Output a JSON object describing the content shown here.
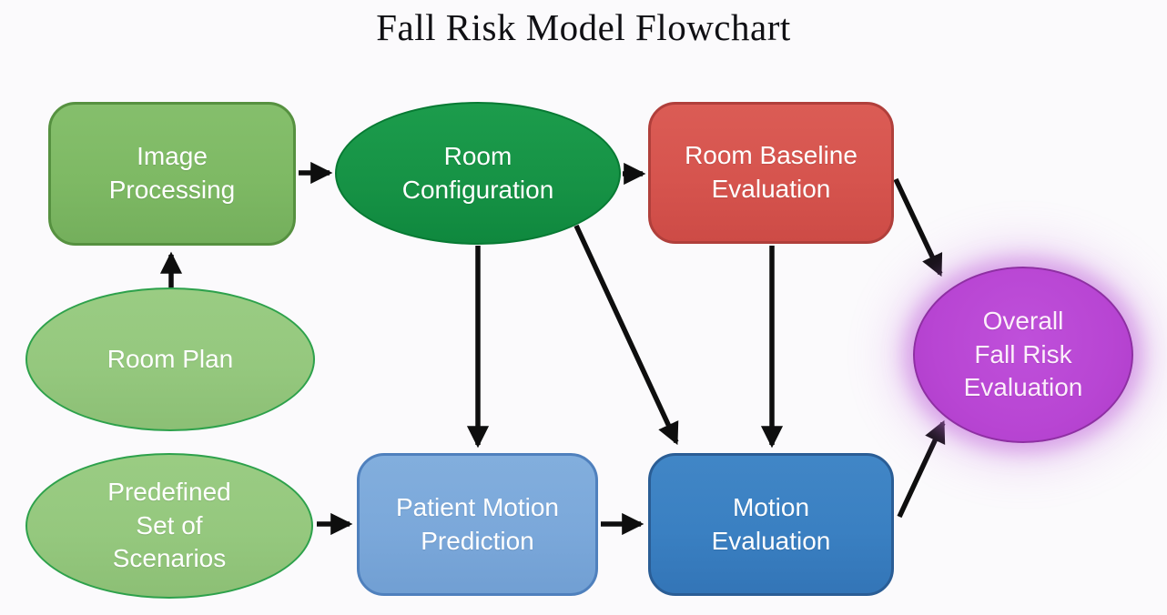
{
  "title": "Fall Risk Model Flowchart",
  "colors": {
    "background": "#fbfafc",
    "arrow": "#0e0e0e",
    "title_text": "#101014",
    "node_text": "#ffffff",
    "image_processing_fill": "#7eb964",
    "image_processing_border": "#569140",
    "room_configuration_fill": "#169245",
    "room_configuration_border": "#077a33",
    "room_baseline_fill": "#d6544e",
    "room_baseline_border": "#b03f3b",
    "light_green_ellipse_fill": "#95c87e",
    "light_green_ellipse_border": "#2da14b",
    "patient_motion_fill": "#7ba8da",
    "patient_motion_border": "#4f80bd",
    "motion_evaluation_fill": "#3a80c2",
    "motion_evaluation_border": "#2a5d95",
    "overall_fill": "#b845d3",
    "overall_border": "#8e2fa3",
    "overall_glow": "#c56edd"
  },
  "diagram": {
    "nodes": [
      {
        "id": "image-processing",
        "shape": "rounded-rect",
        "fill": "#7eb964",
        "label": "Image\nProcessing"
      },
      {
        "id": "room-configuration",
        "shape": "ellipse",
        "fill": "#169245",
        "label": "Room\nConfiguration"
      },
      {
        "id": "room-baseline-evaluation",
        "shape": "rounded-rect",
        "fill": "#d6544e",
        "label": "Room Baseline\nEvaluation"
      },
      {
        "id": "room-plan",
        "shape": "ellipse",
        "fill": "#95c87e",
        "label": "Room Plan"
      },
      {
        "id": "predefined-set-of-scenarios",
        "shape": "ellipse",
        "fill": "#95c87e",
        "label": "Predefined\nSet of\nScenarios"
      },
      {
        "id": "patient-motion-prediction",
        "shape": "rounded-rect",
        "fill": "#7ba8da",
        "label": "Patient Motion\nPrediction"
      },
      {
        "id": "motion-evaluation",
        "shape": "rounded-rect",
        "fill": "#3a80c2",
        "label": "Motion\nEvaluation"
      },
      {
        "id": "overall-fall-risk-evaluation",
        "shape": "ellipse-glow",
        "fill": "#b845d3",
        "label": "Overall\nFall Risk\nEvaluation"
      }
    ],
    "edges": [
      {
        "from": "room-plan",
        "to": "image-processing"
      },
      {
        "from": "image-processing",
        "to": "room-configuration"
      },
      {
        "from": "room-configuration",
        "to": "room-baseline-evaluation"
      },
      {
        "from": "room-configuration",
        "to": "patient-motion-prediction"
      },
      {
        "from": "room-configuration",
        "to": "motion-evaluation"
      },
      {
        "from": "room-baseline-evaluation",
        "to": "motion-evaluation"
      },
      {
        "from": "room-baseline-evaluation",
        "to": "overall-fall-risk-evaluation"
      },
      {
        "from": "predefined-set-of-scenarios",
        "to": "patient-motion-prediction"
      },
      {
        "from": "patient-motion-prediction",
        "to": "motion-evaluation"
      },
      {
        "from": "motion-evaluation",
        "to": "overall-fall-risk-evaluation"
      }
    ]
  }
}
